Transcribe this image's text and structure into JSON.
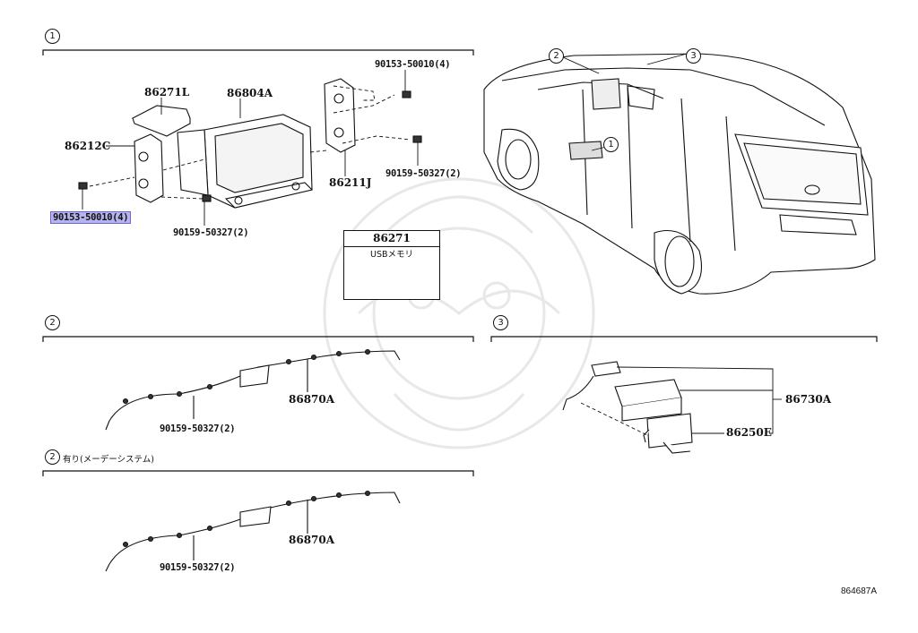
{
  "sections": [
    {
      "id": "s1",
      "marker": "1"
    },
    {
      "id": "s2",
      "marker": "2"
    },
    {
      "id": "s3",
      "marker": "3"
    },
    {
      "id": "s2b",
      "marker": "2",
      "note": "有り(メーデーシステム)"
    }
  ],
  "vehicle_callouts": [
    "2",
    "3",
    "1"
  ],
  "labels": {
    "p86271L": "86271L",
    "p86804A": "86804A",
    "p86212C": "86212C",
    "p86211J": "86211J",
    "p90153_top": "90153-50010(4)",
    "p90159_right": "90159-50327(2)",
    "p90153_hl": "90153-50010(4)",
    "p90159_bottom": "90159-50327(2)",
    "s2_86870A": "86870A",
    "s2_90159": "90159-50327(2)",
    "s2b_86870A": "86870A",
    "s2b_90159": "90159-50327(2)",
    "p86730A": "86730A",
    "p86250E": "86250E"
  },
  "usb_box": {
    "part": "86271",
    "caption": "USBメモリ"
  },
  "illustration_id": "864687A",
  "colors": {
    "highlight": "#b7b3ef",
    "line": "#111111",
    "watermark": "#e6e6e6"
  }
}
